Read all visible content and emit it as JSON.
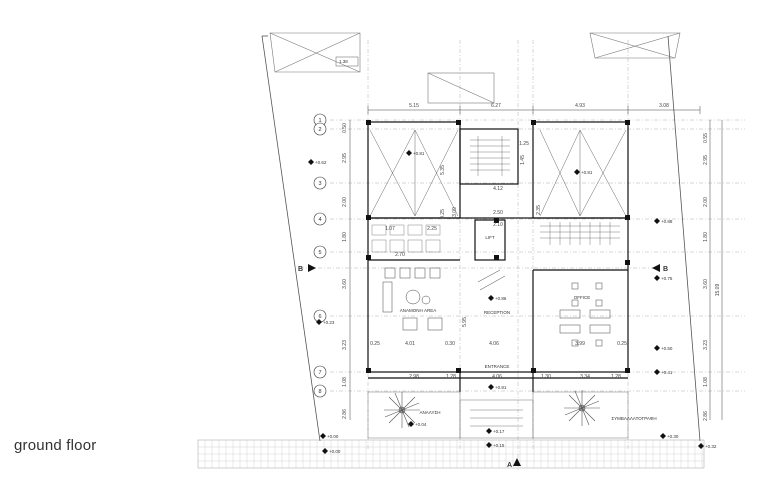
{
  "caption": "ground floor",
  "rooms": {
    "waiting_area": "ΑΝΑΜΟΝΗ AREA",
    "reception": "RECEPTION",
    "office": "OFFICE",
    "entrance": "ENTRANCE",
    "lift": "LIFT",
    "left_garden": "ΑΝΑΛΥΣΗ",
    "right_garden": "ΣΥΜΒΑΛΛΑΤΟΓΡΑΦΗ"
  },
  "grid_rows": [
    "1",
    "2",
    "3",
    "4",
    "5",
    "6",
    "7",
    "8"
  ],
  "section_marks": {
    "left": "B",
    "right": "B",
    "bottom": "A"
  },
  "top_dims": [
    "5.15",
    "6.27",
    "4.93",
    "3.08"
  ],
  "left_dims": [
    "0.50",
    "2.95",
    "2.00",
    "1.80",
    "3.60",
    "3.23",
    "1.08",
    "2.86"
  ],
  "right_dims": [
    "0.55",
    "2.95",
    "2.00",
    "1.80",
    "3.60",
    "3.23",
    "1.08",
    "2.86"
  ],
  "right_total": "15.09",
  "inner_dims": {
    "d1": "4.12",
    "d2": "2.50",
    "d3": "2.10",
    "d4": "1.07",
    "d5": "2.70",
    "d6": "4.01",
    "d7": "0.30",
    "d8": "4.06",
    "d9": "3.99",
    "d10": "0.25",
    "d11": "2.98",
    "d12": "1.28",
    "d13": "4.06",
    "d14": "1.30",
    "d15": "3.34",
    "d16": "1.28",
    "d17": "0.25",
    "d18": "5.95",
    "d19": "1.45",
    "d20": "1.25",
    "d21": "2.35",
    "d22": "3.09",
    "d23": "5.35",
    "d24": "0.25",
    "d25": "2.25"
  },
  "levels": {
    "l1": "+0.62",
    "l2": "+0.81",
    "l3": "+0.81",
    "l4": "+0.88",
    "l5": "+0.75",
    "l6": "+0.86",
    "l7": "+0.23",
    "l8": "+0.50",
    "l9": "+0.41",
    "l10": "+0.81",
    "l11": "+0.00",
    "l12": "+0.00",
    "l13": "+0.04",
    "l14": "+0.17",
    "l15": "+0.15",
    "l16": "+0.30",
    "l17": "+0.32"
  },
  "top_label": "1.38"
}
